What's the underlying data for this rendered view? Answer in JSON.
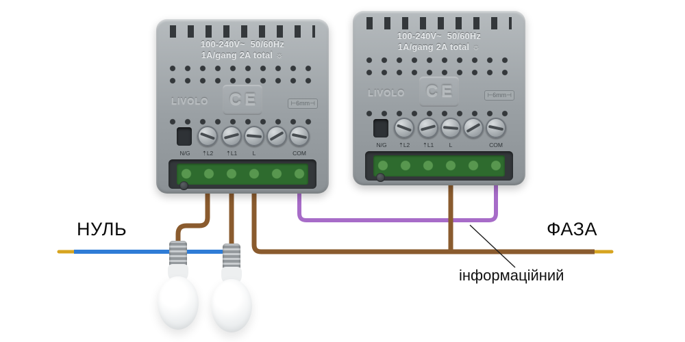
{
  "diagram": {
    "labels": {
      "neutral": "НУЛЬ",
      "phase": "ФАЗА",
      "info_wire": "інформаційний"
    },
    "module": {
      "power_rating_line1": "100-240V~  50/60Hz",
      "power_rating_line2": "1A/gang 2A total ",
      "sun_icon": "☼",
      "brand": "LIVOLO",
      "ce_mark": "CE",
      "wire_gauge": "⊢6mm⊣",
      "terminals": [
        "N/G",
        "⇡L2",
        "⇡L1",
        "L",
        "COM"
      ]
    },
    "colors": {
      "neutral_wire": "#2f7cd6",
      "phase_wire": "#8a5b2e",
      "info_wire": "#a76cc8",
      "wire_tip": "#d7a41f",
      "module_body": "#9aa0a4",
      "terminal_block": "#2e6b2e"
    }
  }
}
